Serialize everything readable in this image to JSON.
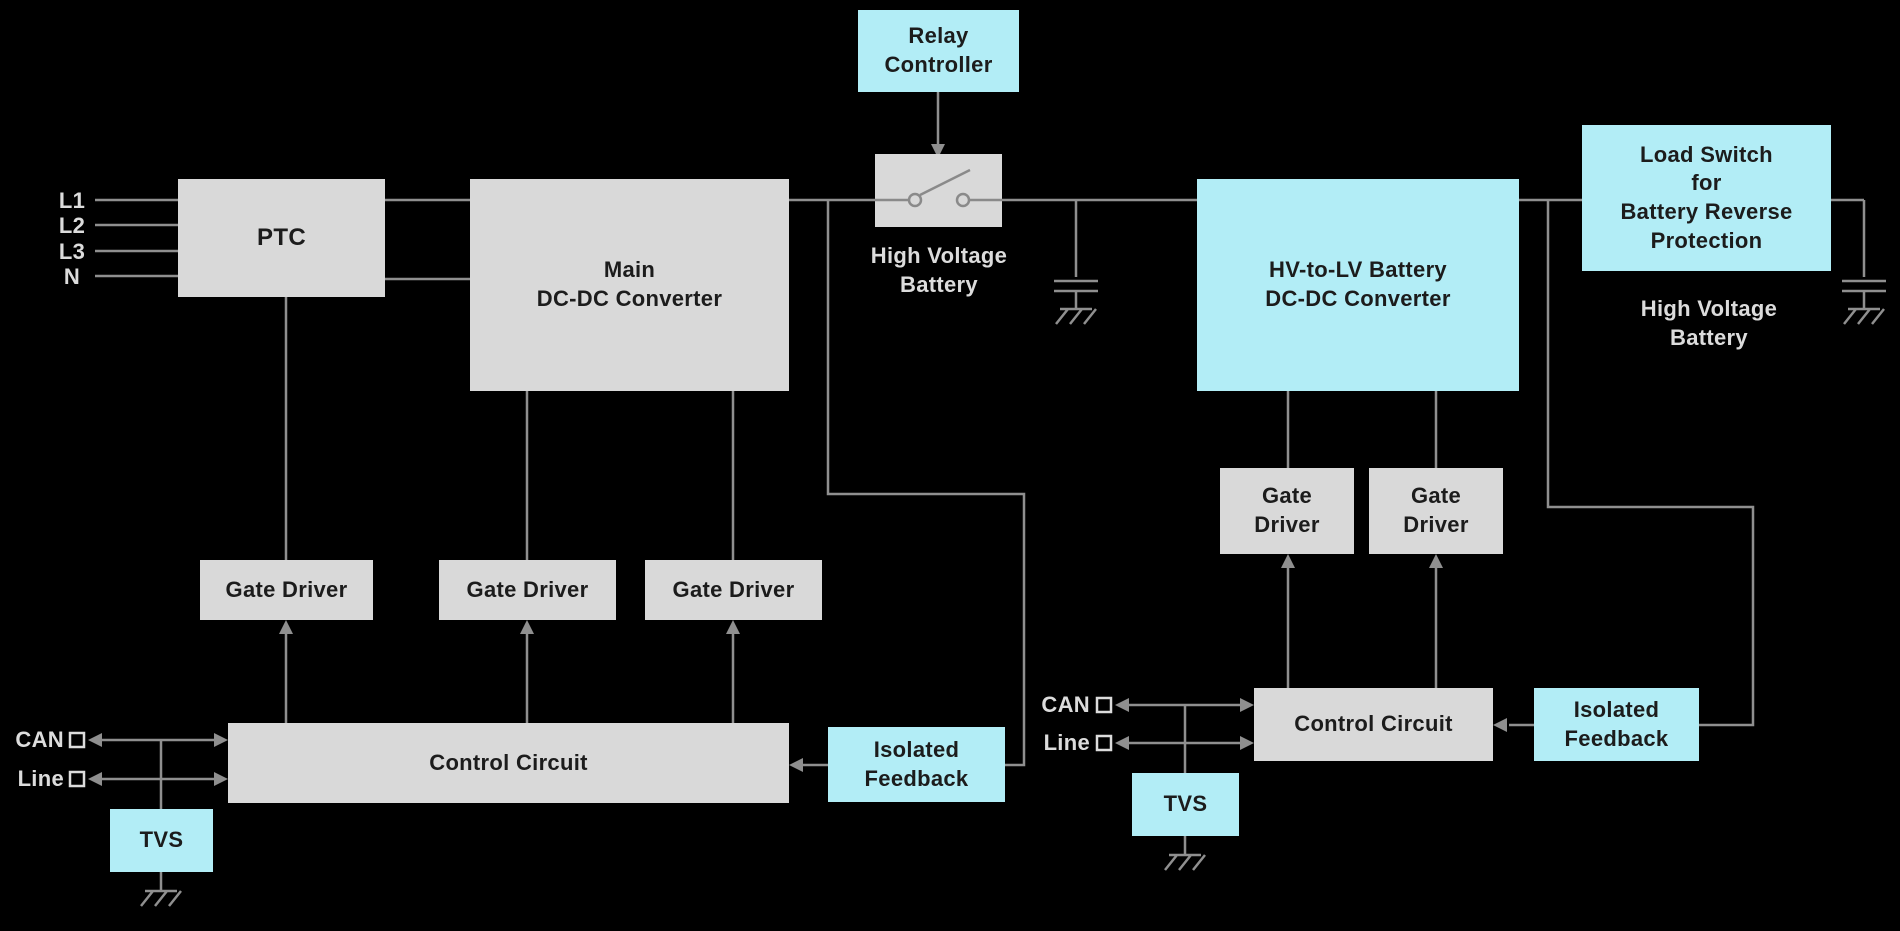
{
  "colors": {
    "background": "#000000",
    "block-gray": "#d9d9d9",
    "block-cyan": "#b2edf6",
    "line-gray": "#8f8f8f",
    "text-dark": "#1c1c1c",
    "text-light": "#dcdcdc"
  },
  "inputs": {
    "l1": "L1",
    "l2": "L2",
    "l3": "L3",
    "n": "N"
  },
  "blocks": {
    "ptc": "PTC",
    "main_dcdc": "Main\nDC-DC Converter",
    "relay_controller": "Relay\nController",
    "hv_lv_converter": "HV-to-LV Battery\nDC-DC Converter",
    "load_switch": "Load Switch\nfor\nBattery Reverse\nProtection",
    "gate_driver": "Gate Driver",
    "gate_driver_stacked": "Gate\nDriver",
    "control_circuit": "Control Circuit",
    "isolated_feedback": "Isolated\nFeedback",
    "tvs": "TVS"
  },
  "labels": {
    "hv_battery": "High Voltage\nBattery",
    "can": "CAN",
    "line": "Line"
  }
}
